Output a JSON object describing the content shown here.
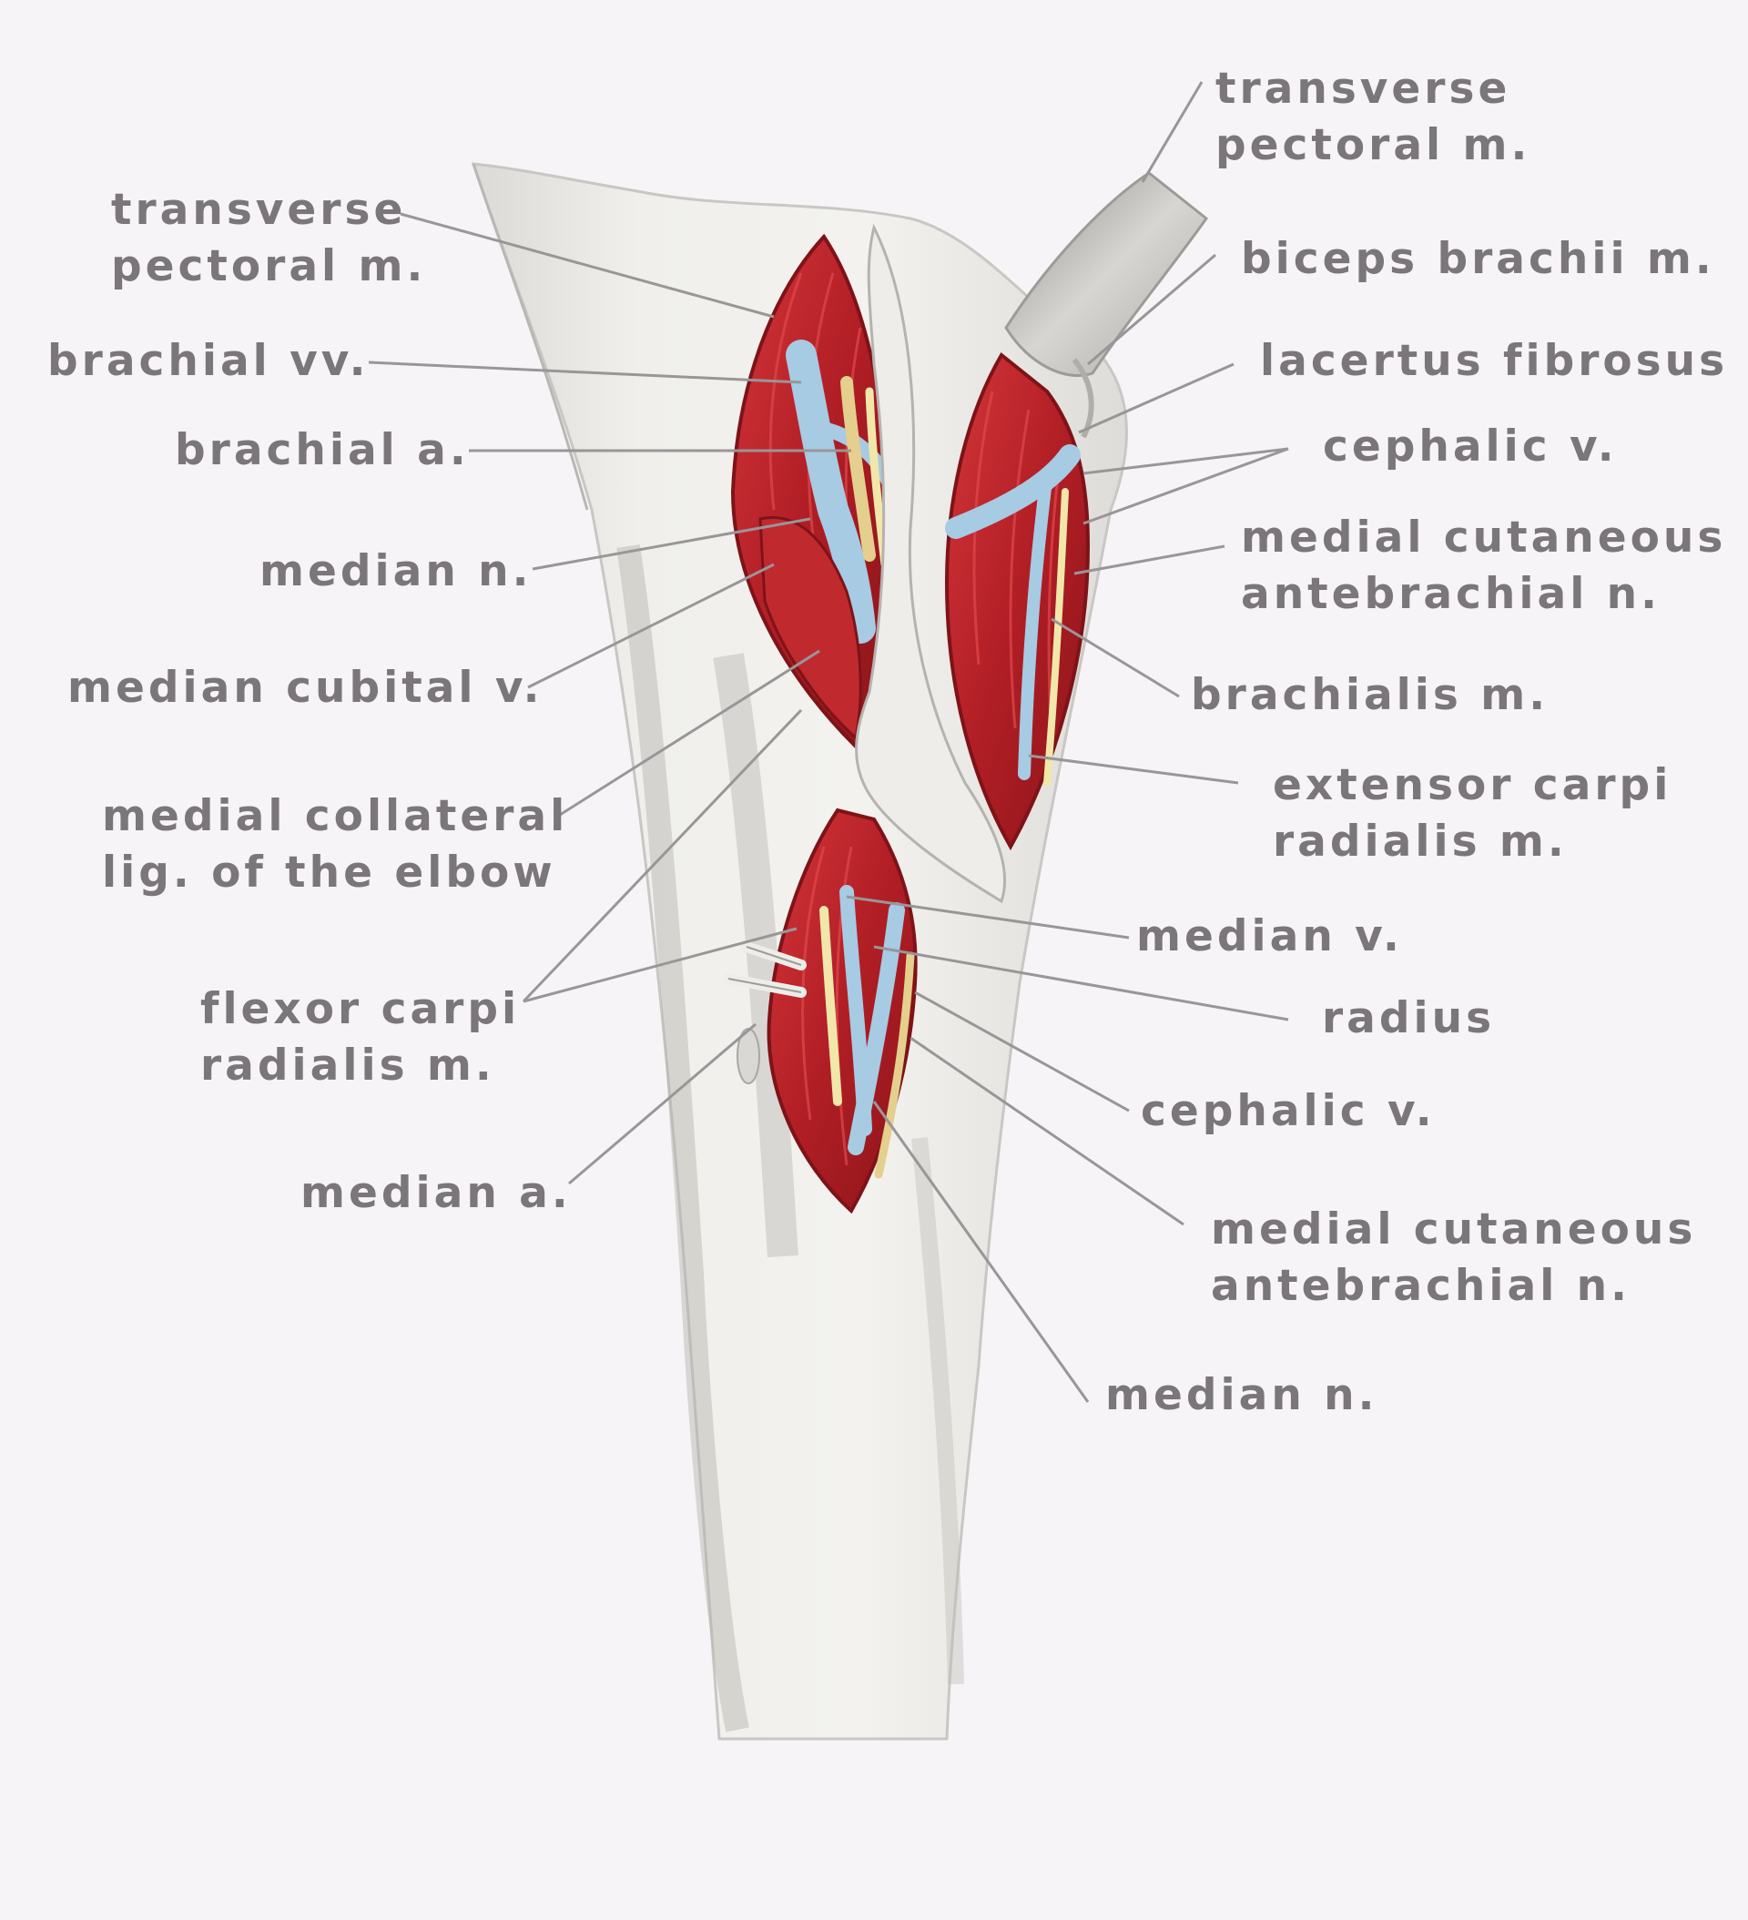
{
  "colors": {
    "background": "#f6f4f6",
    "skin": "#ecebe7",
    "skin_shadow": "#9f9d99",
    "muscle": "#c2272d",
    "muscle_dark": "#7e1318",
    "vein": "#a6cbe3",
    "artery": "#e4cf8e",
    "nerve": "#f1e7a8",
    "leader_line": "#9a9598",
    "label_text": "#7b7679"
  },
  "labels": {
    "transverse_pectoral_left": [
      "transverse",
      "pectoral m."
    ],
    "brachial_vv": "brachial vv.",
    "brachial_a": "brachial a.",
    "median_n_left": "median n.",
    "median_cubital_v": "median cubital v.",
    "medial_collateral_lig": [
      "medial collateral",
      "lig. of the elbow"
    ],
    "flexor_carpi_radialis": [
      "flexor carpi",
      "radialis m."
    ],
    "median_a": "median a.",
    "transverse_pectoral_right": [
      "transverse",
      "pectoral m."
    ],
    "biceps_brachii": "biceps brachii m.",
    "lacertus_fibrosus": "lacertus fibrosus",
    "cephalic_v_upper": "cephalic v.",
    "medial_cutaneous_upper": [
      "medial cutaneous",
      "antebrachial n."
    ],
    "brachialis": "brachialis m.",
    "extensor_carpi_radialis": [
      "extensor carpi",
      "radialis m."
    ],
    "median_v": "median v.",
    "radius": "radius",
    "cephalic_v_lower": "cephalic v.",
    "medial_cutaneous_lower": [
      "medial cutaneous",
      "antebrachial n."
    ],
    "median_n_right": "median n."
  }
}
